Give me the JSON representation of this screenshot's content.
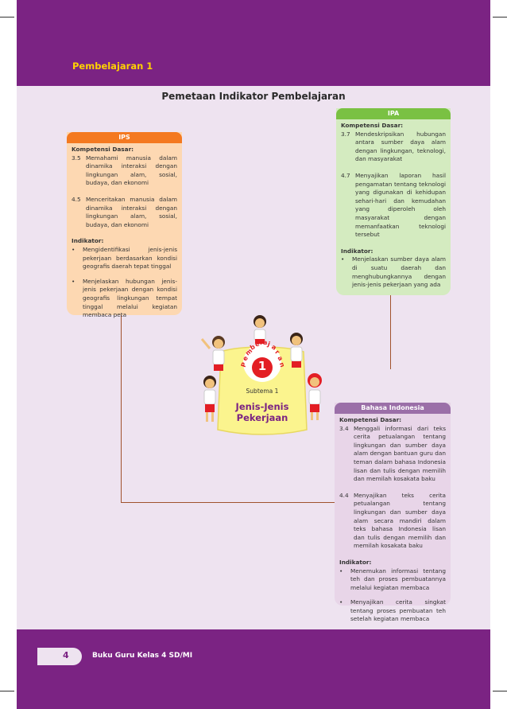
{
  "header": {
    "section_title": "Pembelajaran 1"
  },
  "map_title": "Pemetaan Indikator Pembelajaran",
  "center": {
    "badge_word": [
      "P",
      "e",
      "m",
      "b",
      "e",
      "l",
      "a",
      "j",
      "a",
      "r",
      "a",
      "n"
    ],
    "badge_number": "1",
    "subtema": "Subtema 1",
    "title_line1": "Jenis-Jenis",
    "title_line2": "Pekerjaan"
  },
  "ips": {
    "header": "IPS",
    "kd_label": "Kompetensi Dasar:",
    "kd": [
      {
        "num": "3.5",
        "text": "Memahami manusia dalam dinamika interaksi dengan lingkungan alam, sosial, budaya, dan ekonomi"
      },
      {
        "num": "4.5",
        "text": "Menceritakan manusia dalam dinamika interaksi dengan lingkungan alam, sosial, budaya, dan ekonomi"
      }
    ],
    "ind_label": "Indikator:",
    "indikator": [
      "Mengidentifikasi jenis-jenis pekerjaan berdasarkan kondisi geografis daerah tepat tinggal",
      "Menjelaskan hubungan jenis-jenis pekerjaan dengan kondisi geografis lingkungan tempat tinggal melalui kegiatan membaca peta"
    ]
  },
  "ipa": {
    "header": "IPA",
    "kd_label": "Kompetensi Dasar:",
    "kd": [
      {
        "num": "3.7",
        "text": "Mendeskripsikan hubungan antara sumber daya alam dengan lingkungan, teknologi, dan masyarakat"
      },
      {
        "num": "4.7",
        "text": "Menyajikan laporan hasil pengamatan tentang teknologi yang digunakan di kehidupan sehari-hari dan kemudahan yang diperoleh oleh masyarakat dengan memanfaatkan teknologi tersebut"
      }
    ],
    "ind_label": "Indikator:",
    "indikator": [
      "Menjelaskan sumber daya alam di suatu daerah dan menghubungkannya dengan jenis-jenis pekerjaan yang ada"
    ]
  },
  "bi": {
    "header": "Bahasa Indonesia",
    "kd_label": "Kompetensi Dasar:",
    "kd": [
      {
        "num": "3.4",
        "text": "Menggali informasi dari teks cerita petualangan tentang lingkungan dan sumber daya alam dengan bantuan guru dan teman dalam bahasa Indonesia lisan dan tulis dengan memilih dan memilah kosakata baku"
      },
      {
        "num": "4.4",
        "text": "Menyajikan teks cerita petualangan tentang lingkungan dan sumber daya alam secara mandiri dalam teks bahasa Indonesia lisan dan tulis dengan memilih dan memilah kosakata baku"
      }
    ],
    "ind_label": "Indikator:",
    "indikator": [
      "Menemukan informasi tentang teh dan proses pembuatannya melalui kegiatan membaca",
      "Menyajikan cerita singkat tentang proses pembuatan teh setelah kegiatan membaca"
    ]
  },
  "footer": {
    "page": "4",
    "text": "Buku Guru Kelas 4 SD/MI"
  },
  "colors": {
    "purple": "#7b2383",
    "ips": "#f47920",
    "ipa": "#7ac143",
    "bi": "#9b6fa8",
    "connector": "#a0522d"
  }
}
